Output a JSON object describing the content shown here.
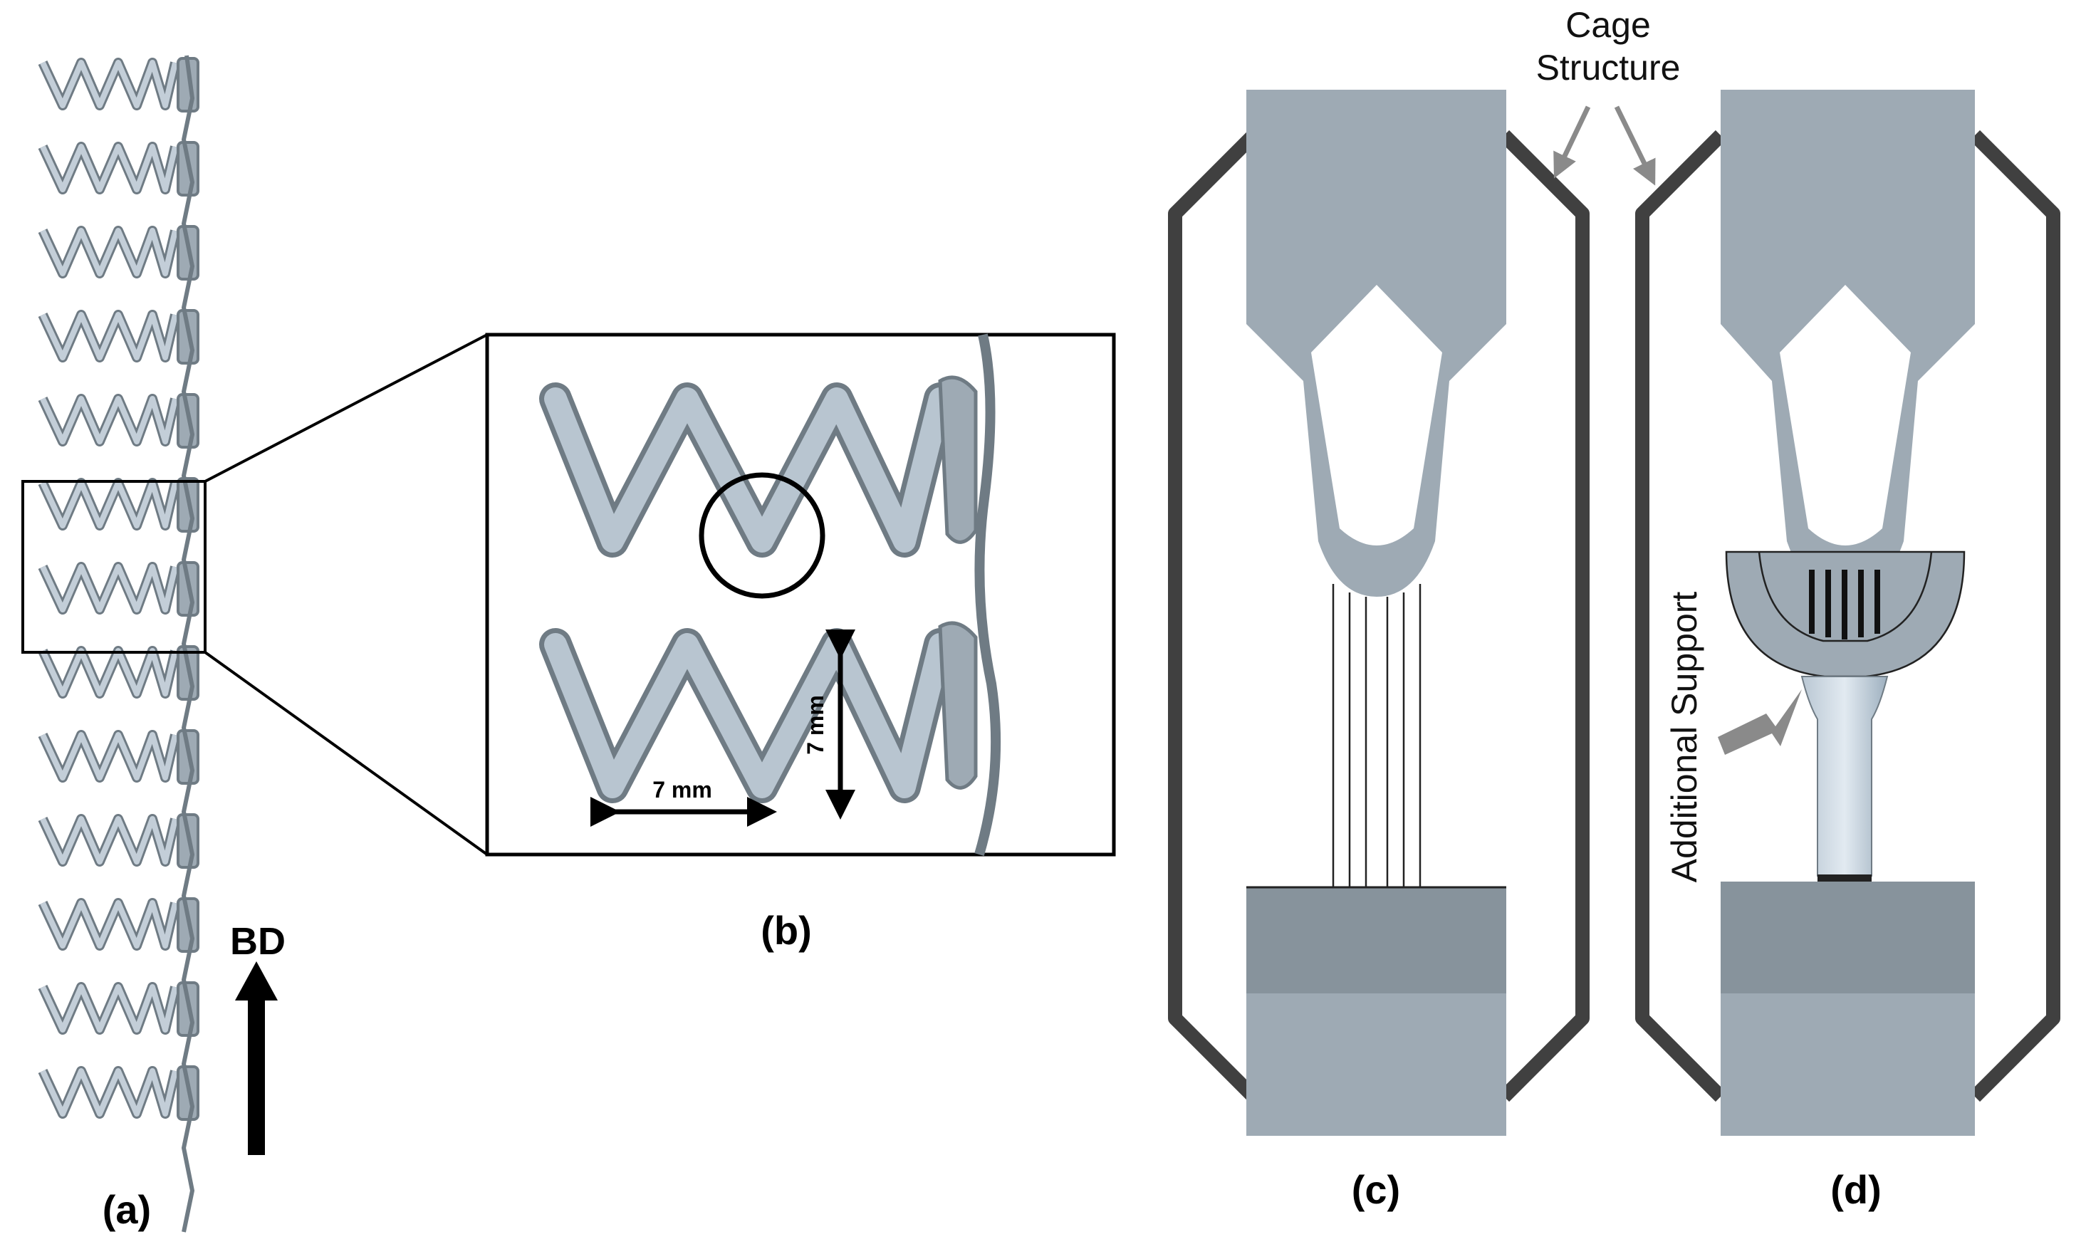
{
  "panels": {
    "a": {
      "label": "(a)"
    },
    "b": {
      "label": "(b)"
    },
    "c": {
      "label": "(c)"
    },
    "d": {
      "label": "(d)"
    }
  },
  "build_direction": "BD",
  "dimensions": {
    "width_label": "7 mm",
    "height_label": "7 mm"
  },
  "annotations": {
    "cage_line1": "Cage",
    "cage_line2": "Structure",
    "additional_support": "Additional Support"
  },
  "stent_row_count": 13,
  "colors": {
    "part": "#9eaab4",
    "part_dark": "#87939c",
    "part_edge": "#6f7b84",
    "cage": "#404040",
    "arrow_gray": "#8a8a8a"
  }
}
